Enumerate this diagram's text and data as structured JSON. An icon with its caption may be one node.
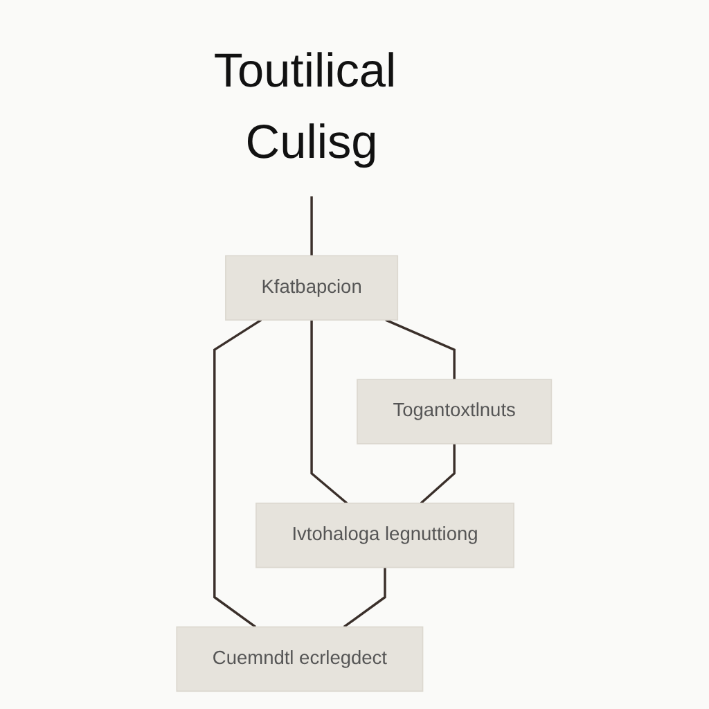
{
  "diagram": {
    "nodes": [
      {
        "text": [
          "Toutilical Culisg"
        ]
      },
      {
        "text": [
          "Kfatbapcion"
        ]
      },
      {
        "text": [
          "Cuemndtl ecrlegdect"
        ]
      },
      {
        "text": [
          "Togantoxtlnuts"
        ]
      },
      {
        "text": [
          "Ivtohaloga legnuttiong"
        ]
      }
    ],
    "edges": [
      {
        "from": 0,
        "to": 1,
        "arrow": "none"
      },
      {
        "from": 1,
        "to": 2,
        "arrow": "none"
      },
      {
        "from": 1,
        "to": 3,
        "arrow": "none"
      },
      {
        "from": 1,
        "to": 4,
        "arrow": "none"
      },
      {
        "from": 3,
        "to": 4,
        "arrow": "none"
      },
      {
        "from": 4,
        "to": 2,
        "arrow": "none"
      }
    ]
  }
}
